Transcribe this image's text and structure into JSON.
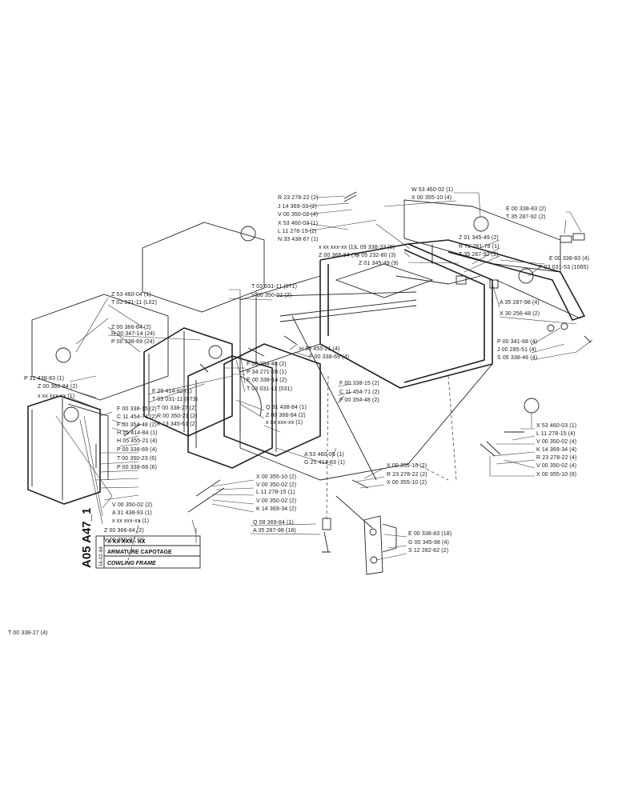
{
  "title_block": {
    "doc_number": "A05 A47_1",
    "date": "16-02-84",
    "ref": "X XX XXX - XX",
    "title_fr": "ARMATURE CAPOTAGE",
    "title_en": "COWLING FRAME"
  },
  "callouts": [
    "R 23 278-22 (2)",
    "J 14 369-33 (2)",
    "V 00 350-02 (4)",
    "X 53 460-03 (1)",
    "L 11 278-15 (2)",
    "N 33 438-67 (1)",
    "W 53 460-02 (1)",
    "X 00 355-10 (4)",
    "E 00 338-83 (2)",
    "T 35 287-92 (2)",
    "x xx xxx-xx (1)",
    "L 09 338-33 (8)",
    "H 05 232-80 (3)",
    "Z 00 366-84 (7)",
    "Z 01 345-49 (2)",
    "R 72 281-79 (1)",
    "T 35 287-92 (2)",
    "Z 01 345-49 (9)",
    "E 00 338-83 (4)",
    "P 03 031-53 (1065)",
    "T 03 031-11 (071)",
    "V 00 350-02 (2)",
    "A 35 287-98 (4)",
    "X 30 256-48 (2)",
    "Z 53 460-04 (1)",
    "T 03 031-11 (L02)",
    "Z 00 366-84 (2)",
    "H 00 347-14 (24)",
    "P 00 338-69 (24)",
    "H 05 455-21 (4)",
    "P 00 338-69 (4)",
    "P 00 341-68 (4)",
    "J 00 285-51 (4)",
    "S 05 338-46 (4)",
    "F 00 354-48 (2)",
    "P 34 271-28 (1)",
    "E 00 338-14 (2)",
    "T 03 031-11 (031)",
    "P 31 438-83 (1)",
    "Z 00 366-84 (2)",
    "x xx xxx-xx (1)",
    "F 25 414-82 (1)",
    "T 03 031-11 (073)",
    "F 00 338-15 (2)",
    "C 11 454-71 (2)",
    "F 00 354-48 (2)",
    "T 00 338-27 (2)",
    "R 00 350-21 (2)",
    "K 13 345-61 (2)",
    "Q 31 438-84 (1)",
    "Z 00 366-84 (2)",
    "x xx xxx-xx (1)",
    "X 53 460-03 (1)",
    "L 11 278-15 (4)",
    "V 00 350-02 (4)",
    "K 14 369-34 (4)",
    "R 23 278-22 (4)",
    "V 00 350-02 (4)",
    "X 00 355-10 (8)",
    "F 00 338-15 (2)",
    "C 11 454-71 (2)",
    "F 00 354-48 (2)",
    "H 25 414-84 (1)",
    "H 05 455-21 (4)",
    "P 00 338-69 (4)",
    "T 00 350-23 (6)",
    "P 00 338-69 (6)",
    "A 53 460-05 (1)",
    "G 25 414-83 (1)",
    "X 00 355-10 (2)",
    "R 23 278-22 (2)",
    "X 00 355-10 (2)",
    "X 00 355-10 (2)",
    "V 00 350-02 (2)",
    "L 11 278-15 (1)",
    "V 00 350-02 (2)",
    "K 14 369-34 (2)",
    "V 00 350-02 (2)",
    "A 31 438-93 (1)",
    "x xx xxx-xx (1)",
    "Z 00 366-84 (2)",
    "V 00 350-02 (2)",
    "Q 08 369-84 (1)",
    "A 35 287-98 (18)",
    "E 00 338-83 (18)",
    "G 00 345-98 (4)",
    "S 12 282-62 (2)",
    "T 00 338-27 (4)"
  ]
}
